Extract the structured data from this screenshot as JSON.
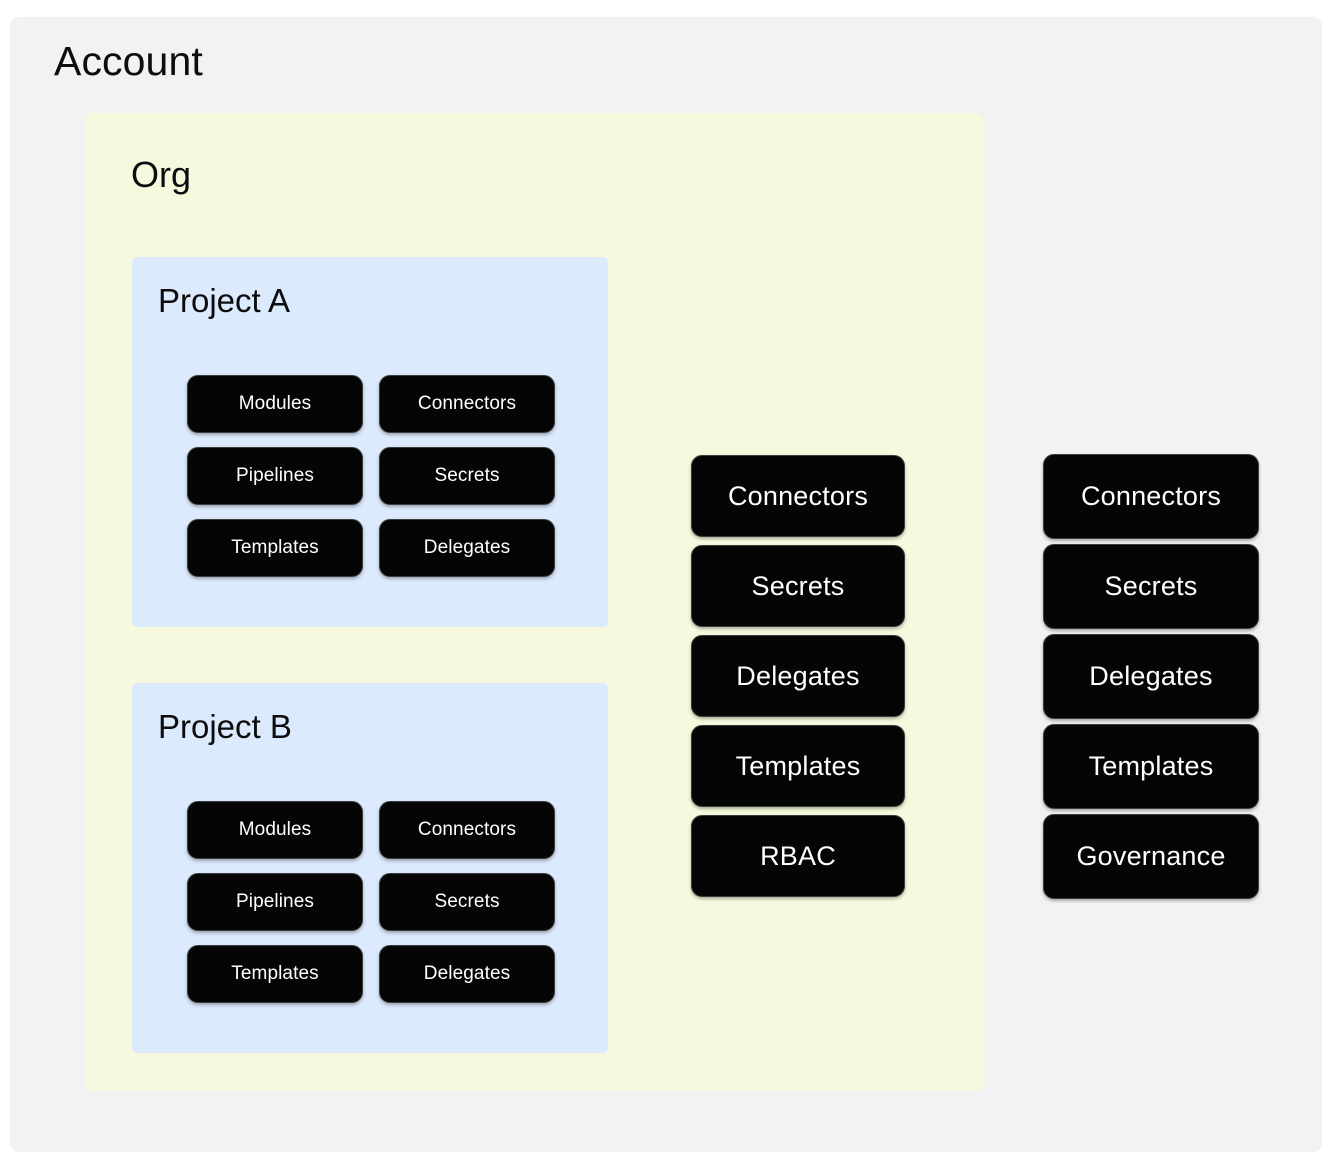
{
  "diagram": {
    "account": {
      "title": "Account",
      "bg_color": "#f2f2f2",
      "resources": [
        {
          "label": "Connectors"
        },
        {
          "label": "Secrets"
        },
        {
          "label": "Delegates"
        },
        {
          "label": "Templates"
        },
        {
          "label": "Governance"
        }
      ]
    },
    "org": {
      "title": "Org",
      "bg_color": "#f6f9de",
      "resources": [
        {
          "label": "Connectors"
        },
        {
          "label": "Secrets"
        },
        {
          "label": "Delegates"
        },
        {
          "label": "Templates"
        },
        {
          "label": "RBAC"
        }
      ]
    },
    "projects": [
      {
        "title": "Project A",
        "bg_color": "#dbeafc",
        "resources": [
          {
            "label": "Modules"
          },
          {
            "label": "Connectors"
          },
          {
            "label": "Pipelines"
          },
          {
            "label": "Secrets"
          },
          {
            "label": "Templates"
          },
          {
            "label": "Delegates"
          }
        ]
      },
      {
        "title": "Project B",
        "bg_color": "#dbeafc",
        "resources": [
          {
            "label": "Modules"
          },
          {
            "label": "Connectors"
          },
          {
            "label": "Pipelines"
          },
          {
            "label": "Secrets"
          },
          {
            "label": "Templates"
          },
          {
            "label": "Delegates"
          }
        ]
      }
    ],
    "chip_style": {
      "fill": "#050505",
      "text_color": "#ffffff",
      "border_color": "#3c3c3c"
    }
  }
}
